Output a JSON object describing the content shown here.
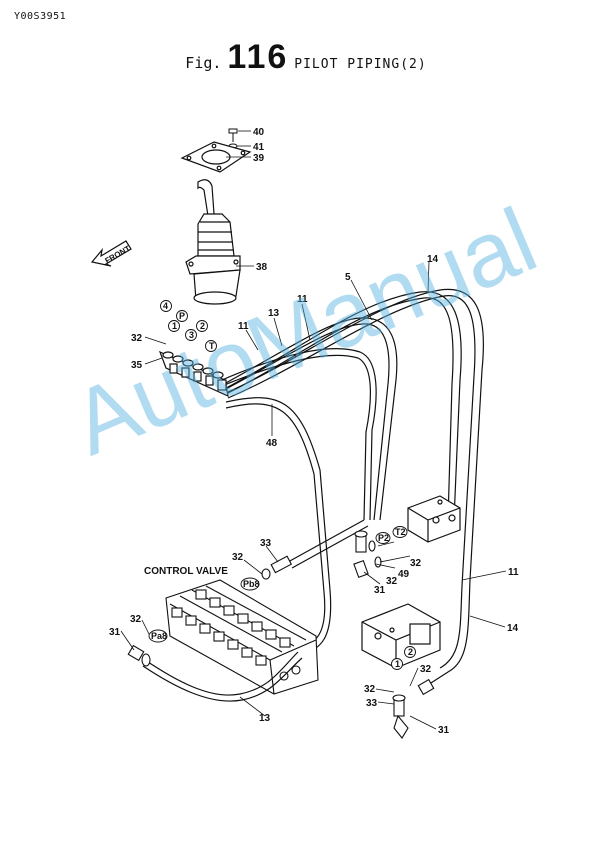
{
  "doc_code": "Y00S3951",
  "title": {
    "prefix": "Fig.",
    "number": "116",
    "name": "PILOT PIPING(2)"
  },
  "watermark": "AutoManual",
  "front_label": "FRONT",
  "control_valve_label": "CONTROL VALVE",
  "part_labels": {
    "p40": "40",
    "p41": "41",
    "p39": "39",
    "p38": "38",
    "p14a": "14",
    "p5": "5",
    "p11a": "11",
    "p13a": "13",
    "p11b": "11",
    "p32a": "32",
    "p35": "35",
    "p48": "48",
    "p33a": "33",
    "p32b": "32",
    "p32c": "32",
    "p49": "49",
    "p32d": "32",
    "p31a": "31",
    "p11c": "11",
    "p14b": "14",
    "p32e": "32",
    "p31b": "31",
    "p13b": "13",
    "p32f": "32",
    "p32g": "32",
    "p33b": "33",
    "p31c": "31"
  },
  "port_labels": {
    "c4": "4",
    "cP": "P",
    "c1": "1",
    "c3": "3",
    "c2": "2",
    "cT": "T",
    "cT2": "T2",
    "cP2": "P2",
    "cPb8": "Pb8",
    "cPa8": "Pa8",
    "c1b": "1",
    "c2b": "2"
  }
}
